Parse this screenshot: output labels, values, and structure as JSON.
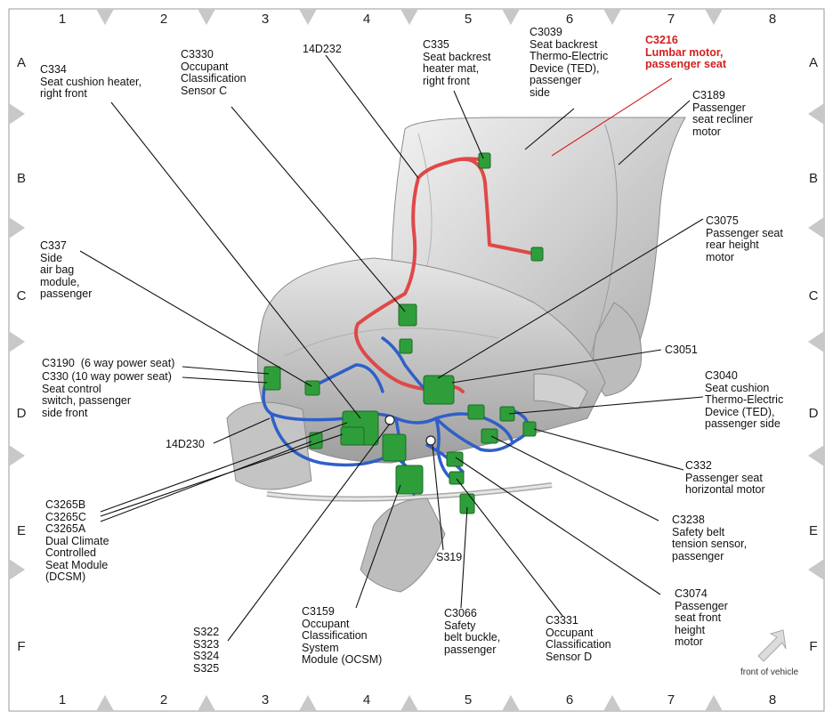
{
  "grid": {
    "columns": [
      "1",
      "2",
      "3",
      "4",
      "5",
      "6",
      "7",
      "8"
    ],
    "rows": [
      "A",
      "B",
      "C",
      "D",
      "E",
      "F"
    ]
  },
  "labels": {
    "c334": "C334\nSeat cushion heater,\nright front",
    "c3330": "C3330\nOccupant\nClassification\nSensor C",
    "d14d232": "14D232",
    "c335": "C335\nSeat backrest\nheater mat,\nright front",
    "c3039": "C3039\nSeat backrest\nThermo-Electric\nDevice (TED),\npassenger\nside",
    "c3216": "C3216\nLumbar motor,\npassenger seat",
    "c3189": "C3189\nPassenger\nseat recliner\nmotor",
    "c3075": "C3075\nPassenger seat\nrear height\nmotor",
    "c337": "C337\nSide\nair bag\nmodule,\npassenger",
    "c3190": "C3190  (6 way power seat)",
    "c330": "C330 (10 way power seat)\nSeat control\nswitch, passenger\nside front",
    "c3051": "C3051",
    "c3040": "C3040\nSeat cushion\nThermo-Electric\nDevice (TED),\npassenger side",
    "d14d230": "14D230",
    "c332": "C332\nPassenger seat\nhorizontal motor",
    "c3265": "C3265B\nC3265C\nC3265A\nDual Climate\nControlled\nSeat Module\n(DCSM)",
    "c3238": "C3238\nSafety belt\ntension sensor,\npassenger",
    "s319": "S319",
    "c3074": "C3074\nPassenger\nseat front\nheight\nmotor",
    "s322": "S322\nS323\nS324\nS325",
    "c3159": "C3159\nOccupant\nClassification\nSystem\nModule (OCSM)",
    "c3066": "C3066\nSafety\nbelt buckle,\npassenger",
    "c3331": "C3331\nOccupant\nClassification\nSensor D",
    "front_of_vehicle": "front of vehicle"
  },
  "colors": {
    "harness_red": "#e04848",
    "harness_blue": "#2f5fc8",
    "connector_green": "#2e9e3a",
    "highlight_red": "#d42020",
    "seat_gray": "#d6d6d6"
  }
}
